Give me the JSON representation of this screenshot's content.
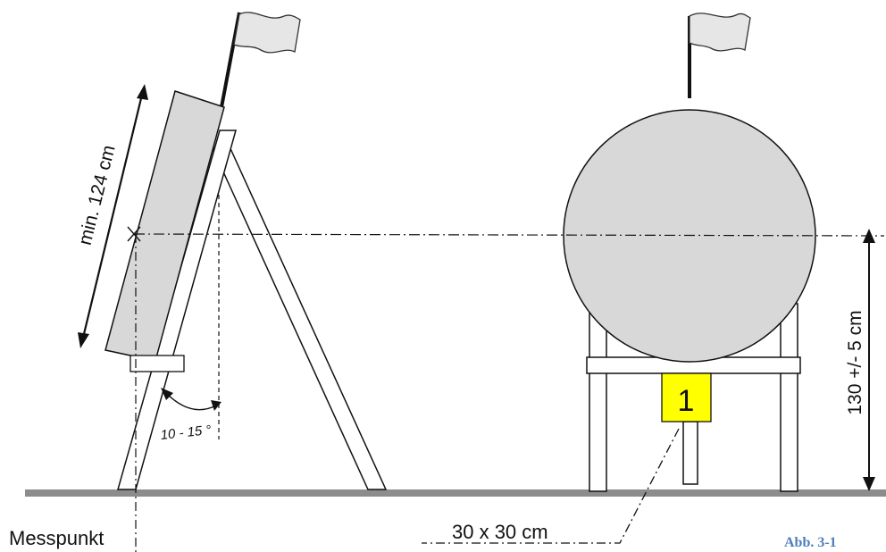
{
  "labels": {
    "height_dimension": "min. 124 cm",
    "tilt_angle": "10 - 15 °",
    "measuring_point": "Messpunkt",
    "target_number": "1",
    "number_plate_size": "30 x 30 cm",
    "center_height": "130 +/- 5 cm",
    "figure_caption": "Abb. 3-1"
  },
  "colors": {
    "target_fill": "#d8d8d8",
    "number_plate": "#ffff00",
    "ground": "#8c8c8c",
    "caption": "#4f7dbd",
    "line": "#111111"
  }
}
